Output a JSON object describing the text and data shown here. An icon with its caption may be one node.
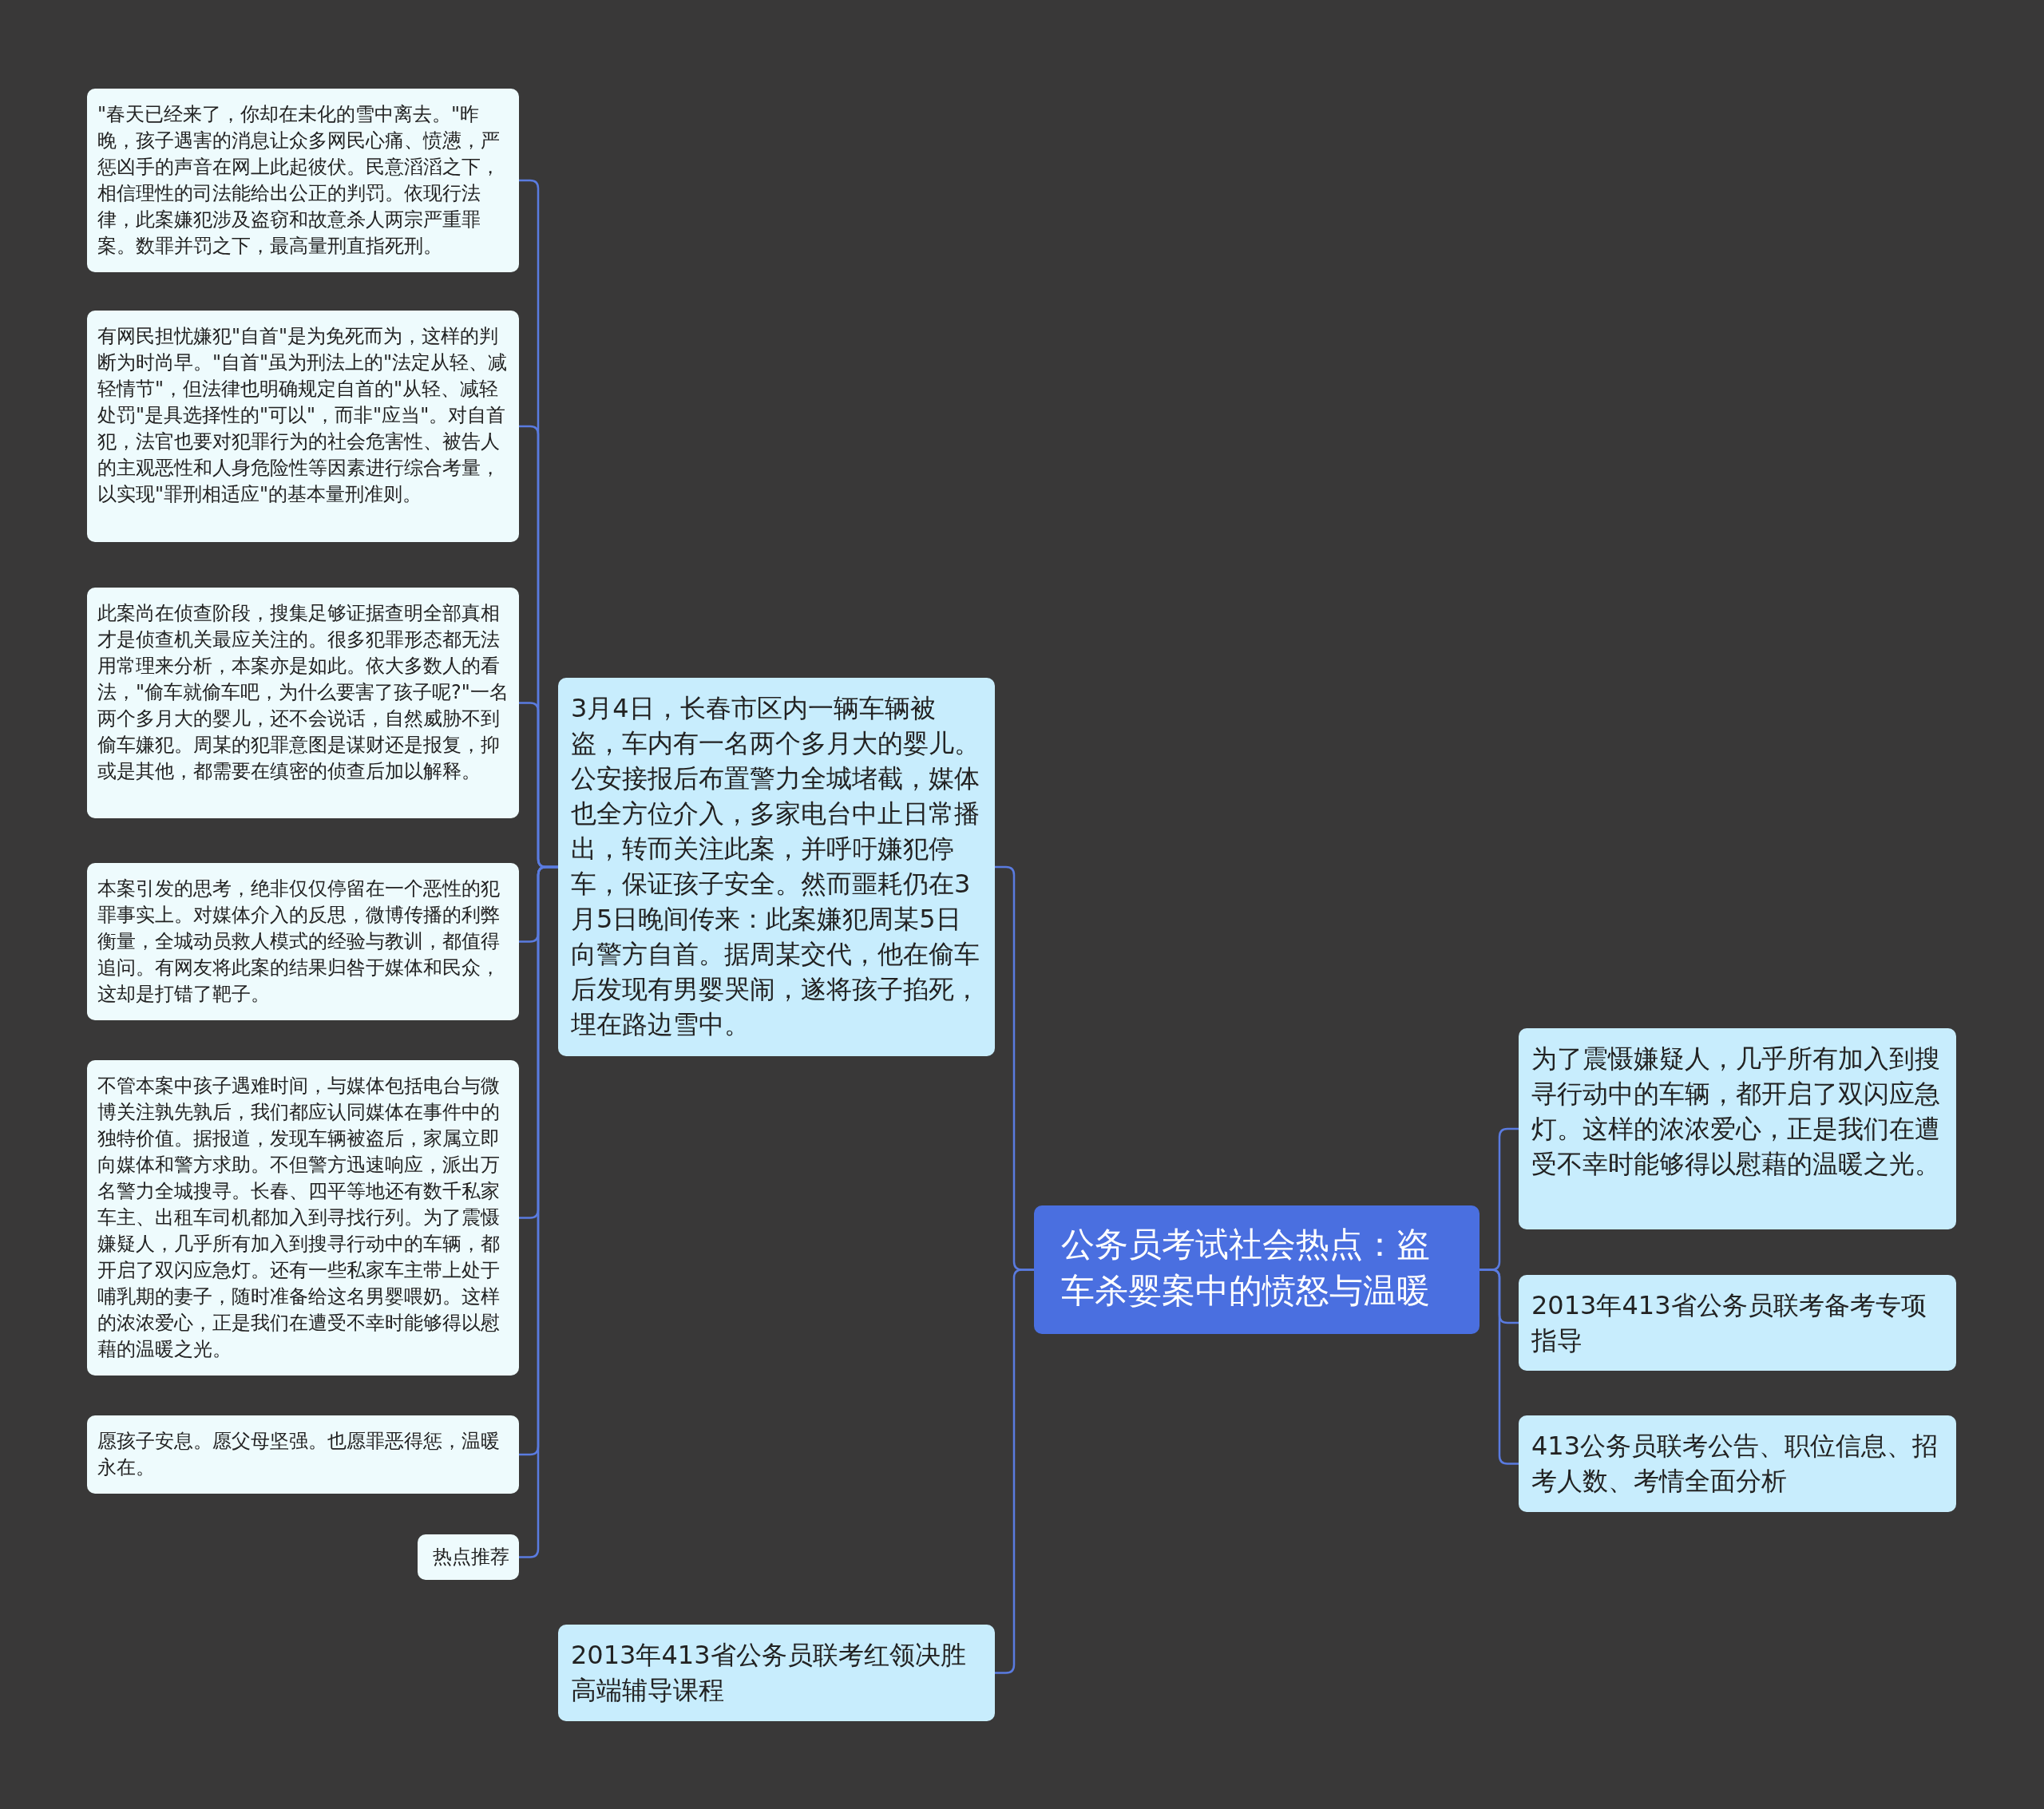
{
  "diagram": {
    "nodes": [
      {
        "text": [
          "公务员考试社会热点：盗车杀婴案中的愤怒与温暖"
        ]
      },
      {
        "text": [
          "3月4日，长春市区内一辆车辆被盗，车内有一名两个多月大的婴儿。公安接报后布置警力全城堵截，媒体也全方位介入，多家电台中止日常播出，转而关注此案，并呼吁嫌犯停车，保证孩子安全。然而噩耗仍在3月5日晚间传来：此案嫌犯周某5日向警方自首。据周某交代，他在偷车后发现有男婴哭闹，遂将孩子掐死，埋在路边雪中。"
        ]
      },
      {
        "text": [
          "\"春天已经来了，你却在未化的雪中离去。\"昨晚，孩子遇害的消息让众多网民心痛、愤懑，严惩凶手的声音在网上此起彼伏。民意滔滔之下，相信理性的司法能给出公正的判罚。依现行法律，此案嫌犯涉及盗窃和故意杀人两宗严重罪案。数罪并罚之下，最高量刑直指死刑。"
        ]
      },
      {
        "text": [
          "有网民担忧嫌犯\"自首\"是为免死而为，这样的判断为时尚早。\"自首\"虽为刑法上的\"法定从轻、减轻情节\"，但法律也明确规定自首的\"从轻、减轻处罚\"是具选择性的\"可以\"，而非\"应当\"。对自首犯，法官也要对犯罪行为的社会危害性、被告人的主观恶性和人身危险性等因素进行综合考量，以实现\"罪刑相适应\"的基本量刑准则。"
        ]
      },
      {
        "text": [
          "此案尚在侦查阶段，搜集足够证据查明全部真相才是侦查机关最应关注的。很多犯罪形态都无法用常理来分析，本案亦是如此。依大多数人的看法，\"偷车就偷车吧，为什么要害了孩子呢?\"一名两个多月大的婴儿，还不会说话，自然威胁不到偷车嫌犯。周某的犯罪意图是谋财还是报复，抑或是其他，都需要在缜密的侦查后加以解释。"
        ]
      },
      {
        "text": [
          "本案引发的思考，绝非仅仅停留在一个恶性的犯罪事实上。对媒体介入的反思，微博传播的利弊衡量，全城动员救人模式的经验与教训，都值得追问。有网友将此案的结果归咎于媒体和民众，这却是打错了靶子。"
        ]
      },
      {
        "text": [
          "不管本案中孩子遇难时间，与媒体包括电台与微博关注孰先孰后，我们都应认同媒体在事件中的独特价值。据报道，发现车辆被盗后，家属立即向媒体和警方求助。不但警方迅速响应，派出万名警力全城搜寻。长春、四平等地还有数千私家车主、出租车司机都加入到寻找行列。为了震慑嫌疑人，几乎所有加入到搜寻行动中的车辆，都开启了双闪应急灯。还有一些私家车主带上处于哺乳期的妻子，随时准备给这名男婴喂奶。这样的浓浓爱心，正是我们在遭受不幸时能够得以慰藉的温暖之光。"
        ]
      },
      {
        "text": [
          "愿孩子安息。愿父母坚强。也愿罪恶得惩，温暖永在。"
        ]
      },
      {
        "text": [
          "热点推荐"
        ]
      },
      {
        "text": [
          "2013年413省公务员联考红领决胜高端辅导课程"
        ]
      },
      {
        "text": [
          "为了震慑嫌疑人，几乎所有加入到搜寻行动中的车辆，都开启了双闪应急灯。这样的浓浓爱心，正是我们在遭受不幸时能够得以慰藉的温暖之光。"
        ]
      },
      {
        "text": [
          "2013年413省公务员联考备考专项指导"
        ]
      },
      {
        "text": [
          "413公务员联考公告、职位信息、招考人数、考情全面分析"
        ]
      }
    ],
    "edges": [
      {
        "from": 0,
        "to": 1,
        "arrow": "none"
      },
      {
        "from": 1,
        "to": 2,
        "arrow": "none"
      },
      {
        "from": 1,
        "to": 3,
        "arrow": "none"
      },
      {
        "from": 1,
        "to": 4,
        "arrow": "none"
      },
      {
        "from": 1,
        "to": 5,
        "arrow": "none"
      },
      {
        "from": 1,
        "to": 6,
        "arrow": "none"
      },
      {
        "from": 1,
        "to": 7,
        "arrow": "none"
      },
      {
        "from": 1,
        "to": 8,
        "arrow": "none"
      },
      {
        "from": 0,
        "to": 9,
        "arrow": "none"
      },
      {
        "from": 0,
        "to": 10,
        "arrow": "none"
      },
      {
        "from": 0,
        "to": 11,
        "arrow": "none"
      },
      {
        "from": 0,
        "to": 12,
        "arrow": "none"
      }
    ]
  }
}
